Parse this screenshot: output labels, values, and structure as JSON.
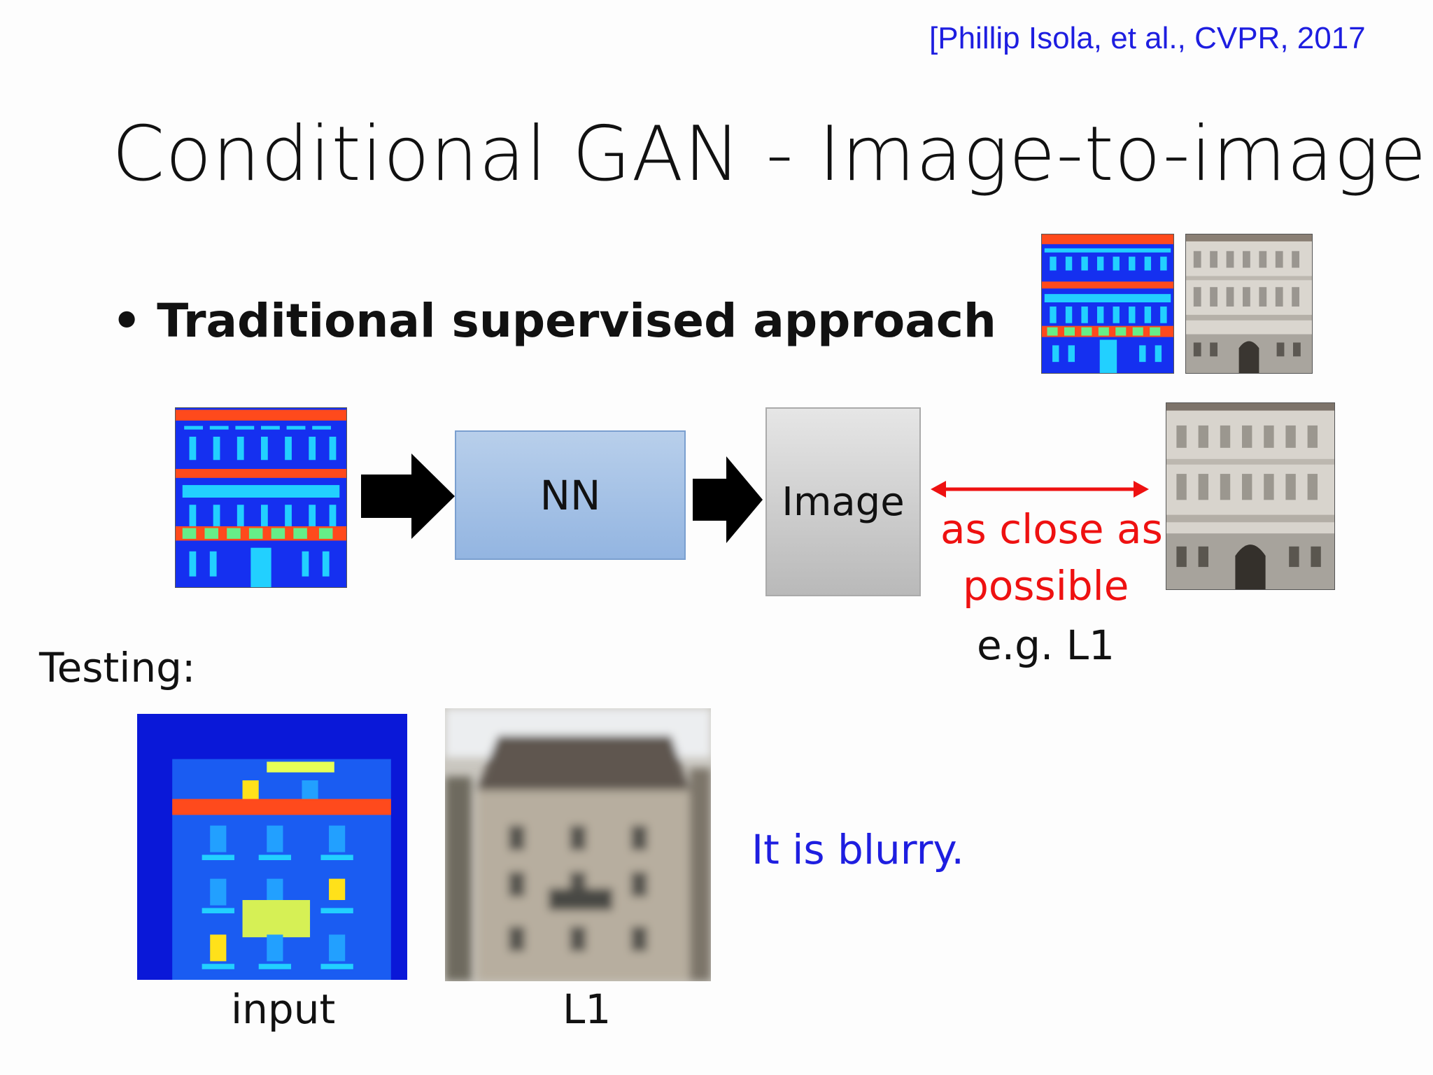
{
  "citation": "[Phillip Isola, et al., CVPR, 2017",
  "title": "Conditional GAN - Image-to-image",
  "bullet": {
    "symbol": "•",
    "text": "Traditional supervised approach"
  },
  "diagram": {
    "nn_label": "NN",
    "image_label": "Image",
    "loss_line1": "as close as",
    "loss_line2": "possible",
    "loss_example": "e.g. L1"
  },
  "testing": {
    "label": "Testing:",
    "input_caption": "input",
    "output_caption": "L1",
    "comment": "It is blurry."
  },
  "colors": {
    "citation": "#1e1ee0",
    "loss_text": "#ee1111",
    "comment": "#1e1ee0",
    "nn_box": "#a8c4e8",
    "image_box": "#cfcfcf"
  }
}
